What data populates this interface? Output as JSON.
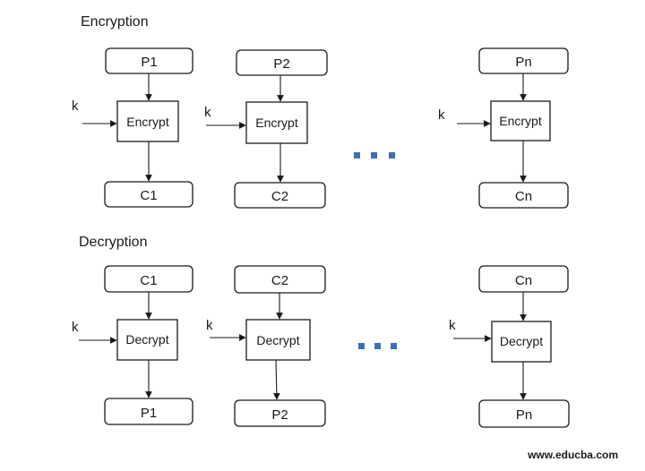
{
  "sections": [
    {
      "title": "Encryption",
      "key_label": "k",
      "columns": [
        {
          "input": "P1",
          "op": "Encrypt",
          "output": "C1"
        },
        {
          "input": "P2",
          "op": "Encrypt",
          "output": "C2"
        },
        {
          "input": "Pn",
          "op": "Encrypt",
          "output": "Cn"
        }
      ]
    },
    {
      "title": "Decryption",
      "key_label": "k",
      "columns": [
        {
          "input": "C1",
          "op": "Decrypt",
          "output": "P1"
        },
        {
          "input": "C2",
          "op": "Decrypt",
          "output": "P2"
        },
        {
          "input": "Cn",
          "op": "Decrypt",
          "output": "Pn"
        }
      ]
    }
  ],
  "colors": {
    "ellipsis": "#3c6fb5",
    "stroke": "#1a1a1a"
  },
  "watermark": "www.educba.com"
}
